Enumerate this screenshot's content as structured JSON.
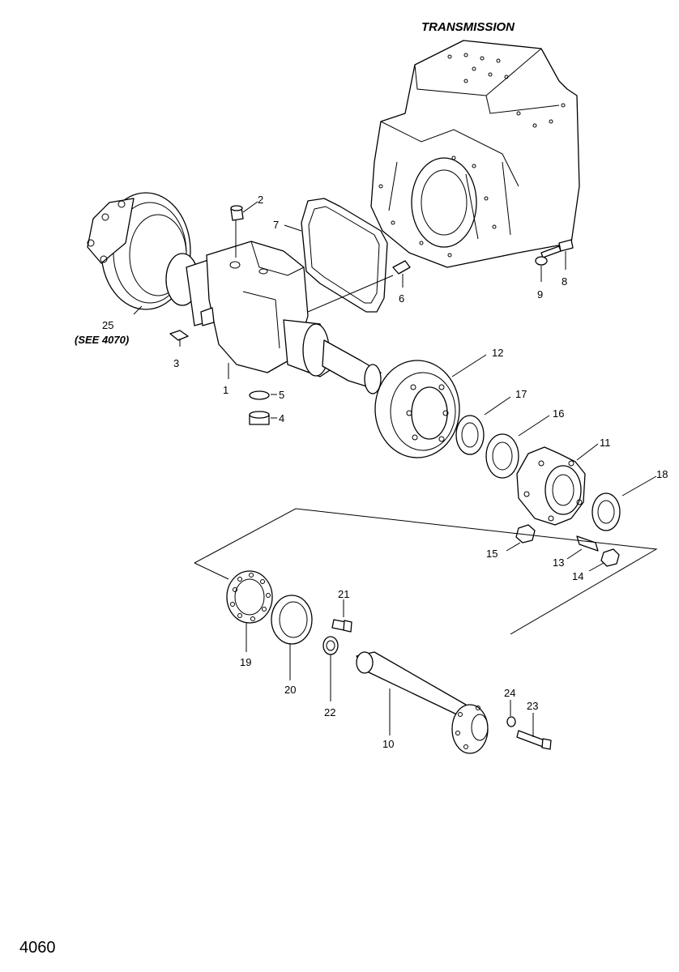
{
  "header": {
    "transmission_label": "TRANSMISSION"
  },
  "reference_note": "(SEE 4070)",
  "page_number": "4060",
  "callouts": [
    "1",
    "2",
    "3",
    "4",
    "5",
    "6",
    "7",
    "8",
    "9",
    "10",
    "11",
    "12",
    "13",
    "14",
    "15",
    "16",
    "17",
    "18",
    "19",
    "20",
    "21",
    "22",
    "23",
    "24",
    "25"
  ]
}
